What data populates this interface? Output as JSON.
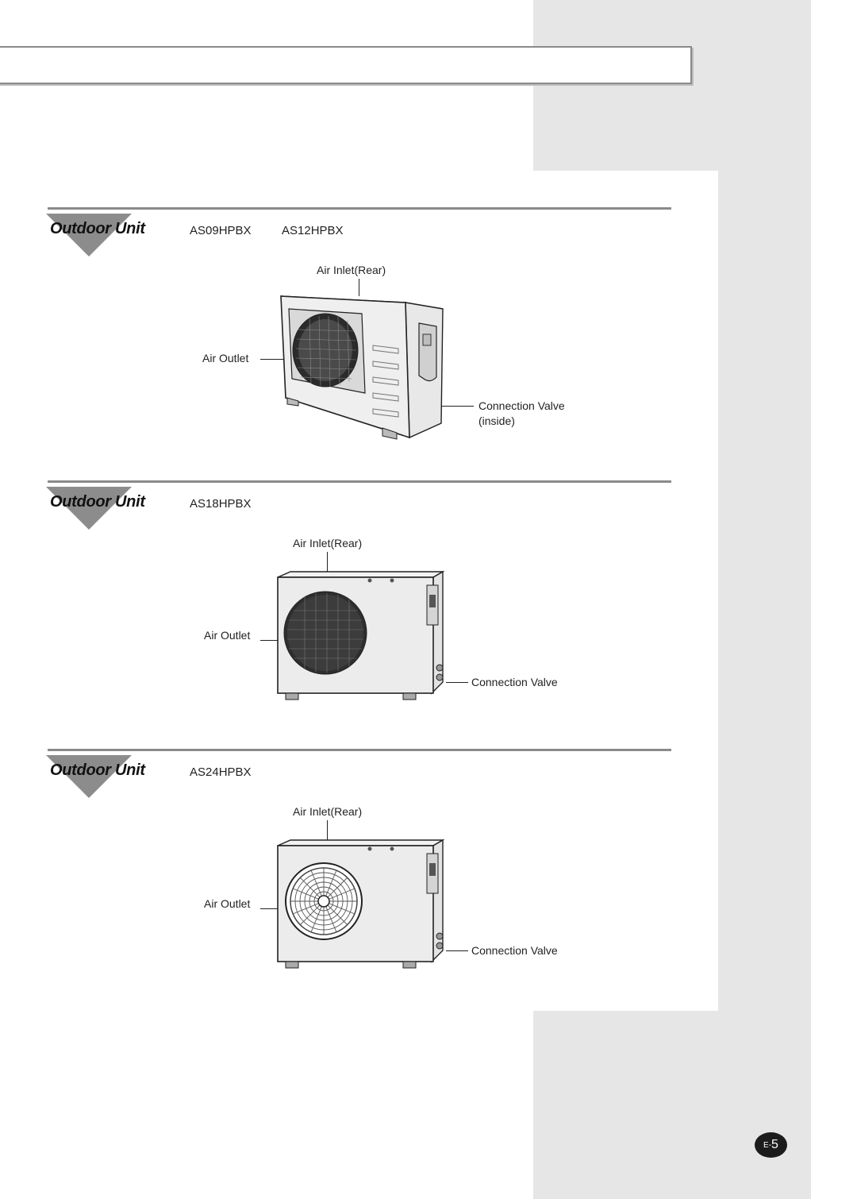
{
  "sections": [
    {
      "title": "Outdoor Unit",
      "models": [
        "AS09HPBX",
        "AS12HPBX"
      ],
      "labels": {
        "air_inlet": "Air Inlet(Rear)",
        "air_outlet": "Air Outlet",
        "connection_valve": "Connection Valve",
        "connection_valve_note": "(inside)"
      }
    },
    {
      "title": "Outdoor Unit",
      "models": [
        "AS18HPBX"
      ],
      "labels": {
        "air_inlet": "Air Inlet(Rear)",
        "air_outlet": "Air Outlet",
        "connection_valve": "Connection Valve"
      }
    },
    {
      "title": "Outdoor Unit",
      "models": [
        "AS24HPBX"
      ],
      "labels": {
        "air_inlet": "Air Inlet(Rear)",
        "air_outlet": "Air Outlet",
        "connection_valve": "Connection Valve"
      }
    }
  ],
  "page": {
    "prefix": "E-",
    "number": "5"
  },
  "colors": {
    "sidebar": "#e6e6e6",
    "rule": "#8a8a8a",
    "triangle": "#8c8c8c",
    "badge": "#1c1c1c"
  }
}
